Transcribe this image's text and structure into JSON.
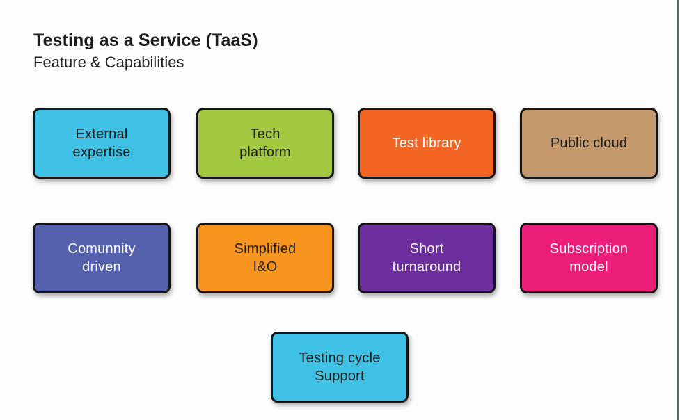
{
  "header": {
    "title": "Testing as a Service (TaaS)",
    "subtitle": "Feature & Capabilities"
  },
  "colors": {
    "background": "#fdfdfd",
    "box_border": "#151515",
    "right_edge_line": "#4a6d4f",
    "text_dark": "#1e1e1e",
    "text_light": "#ffffff"
  },
  "boxes": [
    {
      "label": "External\nexpertise",
      "bg": "#3ec1e5",
      "fg": "#1e1e1e"
    },
    {
      "label": "Tech\nplatform",
      "bg": "#a3c940",
      "fg": "#1e1e1e"
    },
    {
      "label": "Test library",
      "bg": "#f26522",
      "fg": "#ffffff"
    },
    {
      "label": "Public cloud",
      "bg": "#c49a6c",
      "fg": "#1e1e1e"
    },
    {
      "label": "Comunnity\ndriven",
      "bg": "#5561ad",
      "fg": "#ffffff"
    },
    {
      "label": "Simplified\nI&O",
      "bg": "#f7941e",
      "fg": "#1e1e1e"
    },
    {
      "label": "Short\nturnaround",
      "bg": "#6d2f9e",
      "fg": "#ffffff"
    },
    {
      "label": "Subscription\nmodel",
      "bg": "#ed1e79",
      "fg": "#ffffff"
    },
    {
      "label": "Testing cycle\nSupport",
      "bg": "#3ec1e5",
      "fg": "#1e1e1e"
    }
  ]
}
